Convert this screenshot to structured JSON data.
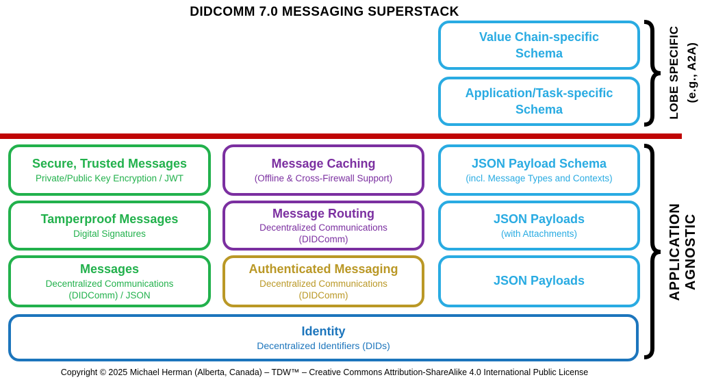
{
  "title": "DIDCOMM 7.0 MESSAGING SUPERSTACK",
  "colors": {
    "cyan": "#29ABE2",
    "green": "#22B14C",
    "purple": "#7B2FA0",
    "gold": "#BA9826",
    "blue": "#1C75BC",
    "red_divider": "#C00505",
    "bracket": "#000000"
  },
  "lobe_specific": {
    "label": "LOBE SPECIFIC\n(e.g., A2A)",
    "boxes": [
      {
        "title": "Value Chain-specific\nSchema"
      },
      {
        "title": "Application/Task-specific\nSchema"
      }
    ]
  },
  "application_agnostic": {
    "label": "APPLICATION AGNOSTIC",
    "green_stack": [
      {
        "title": "Secure, Trusted Messages",
        "subtitle": "Private/Public Key Encryption / JWT"
      },
      {
        "title": "Tamperproof Messages",
        "subtitle": "Digital Signatures"
      },
      {
        "title": "Messages",
        "subtitle": "Decentralized Communications\n(DIDComm) / JSON"
      }
    ],
    "middle_stack": [
      {
        "title": "Message Caching",
        "subtitle": "(Offline & Cross-Firewall Support)"
      },
      {
        "title": "Message Routing",
        "subtitle": "Decentralized Communications\n(DIDComm)"
      },
      {
        "title": "Authenticated Messaging",
        "subtitle": "Decentralized Communications\n(DIDComm)"
      }
    ],
    "json_stack": [
      {
        "title": "JSON Payload Schema",
        "subtitle": "(incl. Message Types and Contexts)"
      },
      {
        "title": "JSON Payloads",
        "subtitle": "(with Attachments)"
      },
      {
        "title": "JSON Payloads",
        "subtitle": ""
      }
    ],
    "identity": {
      "title": "Identity",
      "subtitle": "Decentralized Identifiers (DIDs)"
    }
  },
  "footer": "Copyright © 2025 Michael Herman (Alberta, Canada) – TDW™ – Creative Commons Attribution-ShareAlike 4.0 International Public License"
}
